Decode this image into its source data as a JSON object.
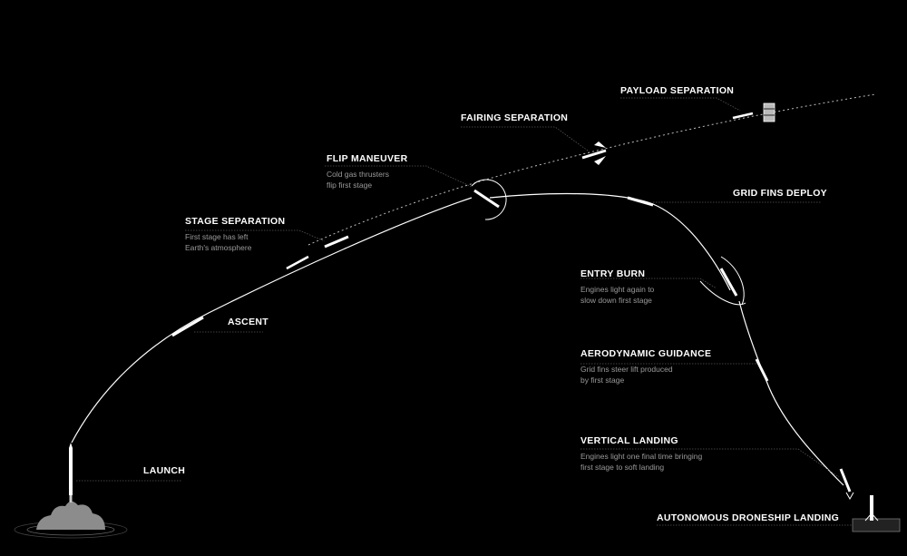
{
  "stages": {
    "launch": {
      "title": "LAUNCH"
    },
    "ascent": {
      "title": "ASCENT"
    },
    "stage_separation": {
      "title": "STAGE SEPARATION",
      "desc": "First stage has left\nEarth's atmosphere"
    },
    "flip_maneuver": {
      "title": "FLIP MANEUVER",
      "desc": "Cold gas thrusters\nflip first stage"
    },
    "fairing_separation": {
      "title": "FAIRING SEPARATION"
    },
    "payload_separation": {
      "title": "PAYLOAD SEPARATION"
    },
    "grid_fins_deploy": {
      "title": "GRID FINS DEPLOY"
    },
    "entry_burn": {
      "title": "ENTRY BURN",
      "desc": "Engines light again to\nslow down first stage"
    },
    "aerodynamic_guidance": {
      "title": "AERODYNAMIC GUIDANCE",
      "desc": "Grid fins steer lift produced\nby first stage"
    },
    "vertical_landing": {
      "title": "VERTICAL LANDING",
      "desc": "Engines light one final time bringing\nfirst stage to soft landing"
    },
    "droneship_landing": {
      "title": "AUTONOMOUS DRONESHIP LANDING"
    }
  },
  "colors": {
    "background": "#000000",
    "line": "#ffffff",
    "leader": "#555555",
    "desc_text": "#9a9a9a"
  }
}
